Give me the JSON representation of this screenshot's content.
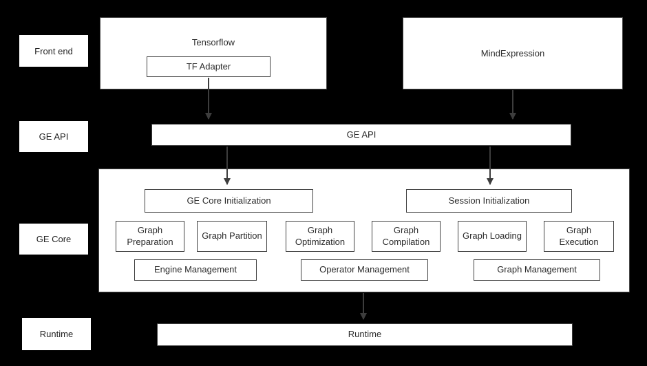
{
  "side_labels": {
    "front_end": "Front end",
    "ge_api": "GE API",
    "ge_core": "GE Core",
    "runtime": "Runtime"
  },
  "front_end": {
    "tensorflow_title": "Tensorflow",
    "tf_adapter": "TF Adapter",
    "mind_expression": "MindExpression"
  },
  "ge_api": {
    "label": "GE API"
  },
  "ge_core": {
    "ge_core_initialization": "GE Core Initialization",
    "session_initialization": "Session Initialization",
    "process_boxes": [
      "Graph Preparation",
      "Graph Partition",
      "Graph Optimization",
      "Graph Compilation",
      "Graph Loading",
      "Graph Execution"
    ],
    "management_boxes": [
      "Engine Management",
      "Operator Management",
      "Graph Management"
    ]
  },
  "runtime": {
    "label": "Runtime"
  },
  "colors": {
    "background": "#000000",
    "box_fill": "#ffffff",
    "box_border": "#4a4a4a",
    "text": "#2b2b2b",
    "arrow": "#3d3d3d"
  }
}
